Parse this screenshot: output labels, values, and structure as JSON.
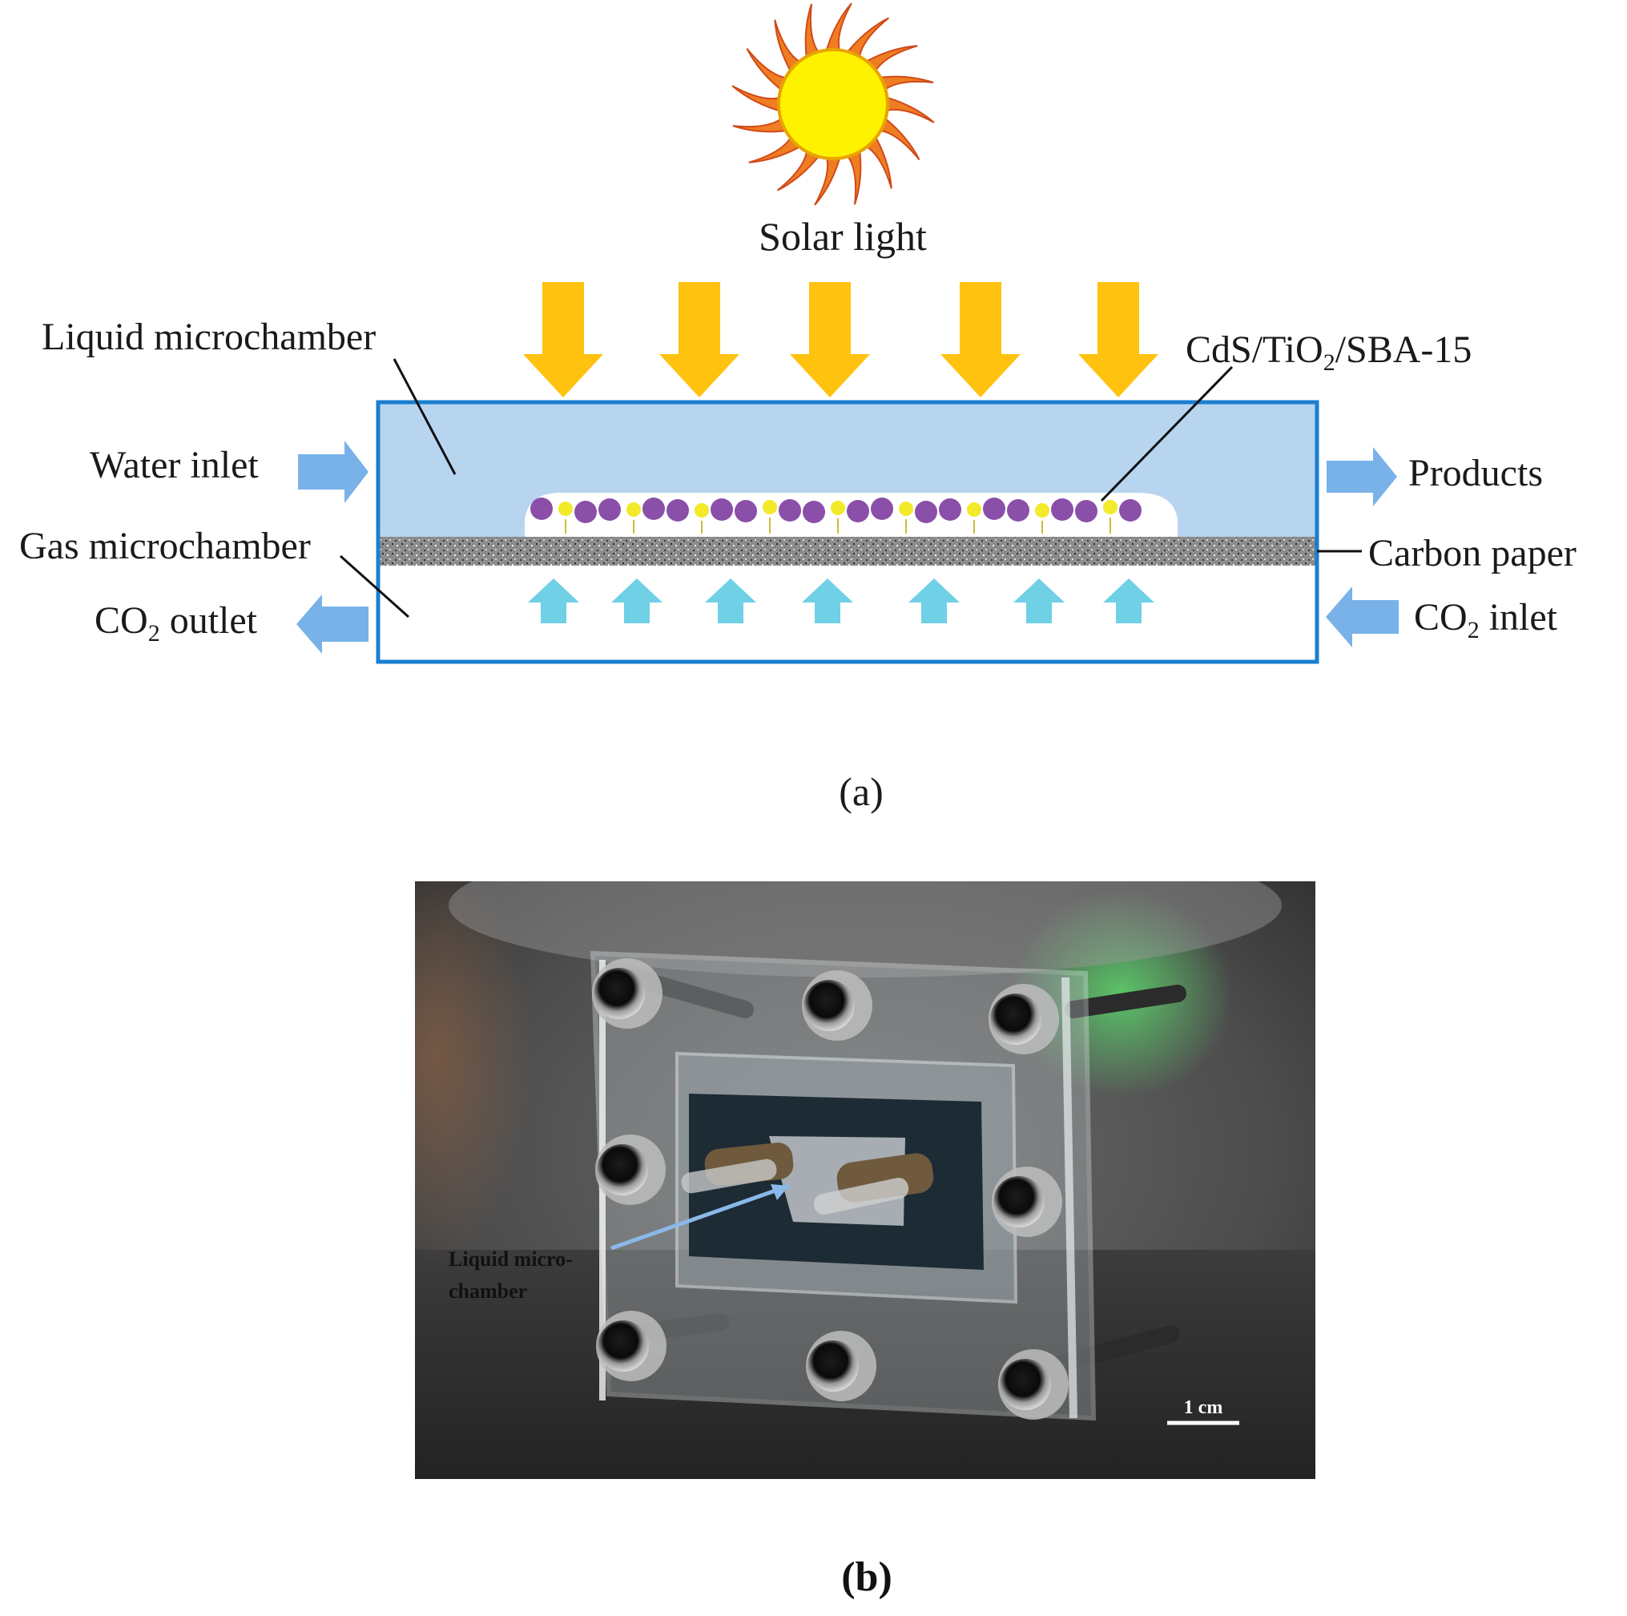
{
  "panel_a": {
    "light_label": "Solar light",
    "liquid_label": "Liquid microchamber",
    "catalyst_label_pre": "CdS/TiO",
    "catalyst_sub": "2",
    "catalyst_label_post": "/SBA-15",
    "water_inlet_label": "Water inlet",
    "products_label": "Products",
    "gas_label": "Gas microchamber",
    "carbon_label": "Carbon paper",
    "co2_outlet_pre": "CO",
    "co2_outlet_sub": "2",
    "co2_outlet_post": " outlet",
    "co2_inlet_pre": "CO",
    "co2_inlet_sub": "2",
    "co2_inlet_post": " inlet",
    "caption": "(a)"
  },
  "panel_b": {
    "photo_label_line1": "Liquid micro-",
    "photo_label_line2": "chamber",
    "scale_label": "1 cm",
    "caption": "(b)"
  },
  "colors": {
    "chamber_border": "#1a7fd0",
    "liquid_fill": "#b8d5f0",
    "sun_arrow": "#ffc20e",
    "flow_arrow": "#79b2e8",
    "co2_arrow": "#6fd0e6",
    "particle_purple": "#8a4fa8",
    "particle_yellow": "#f2ea2a"
  }
}
